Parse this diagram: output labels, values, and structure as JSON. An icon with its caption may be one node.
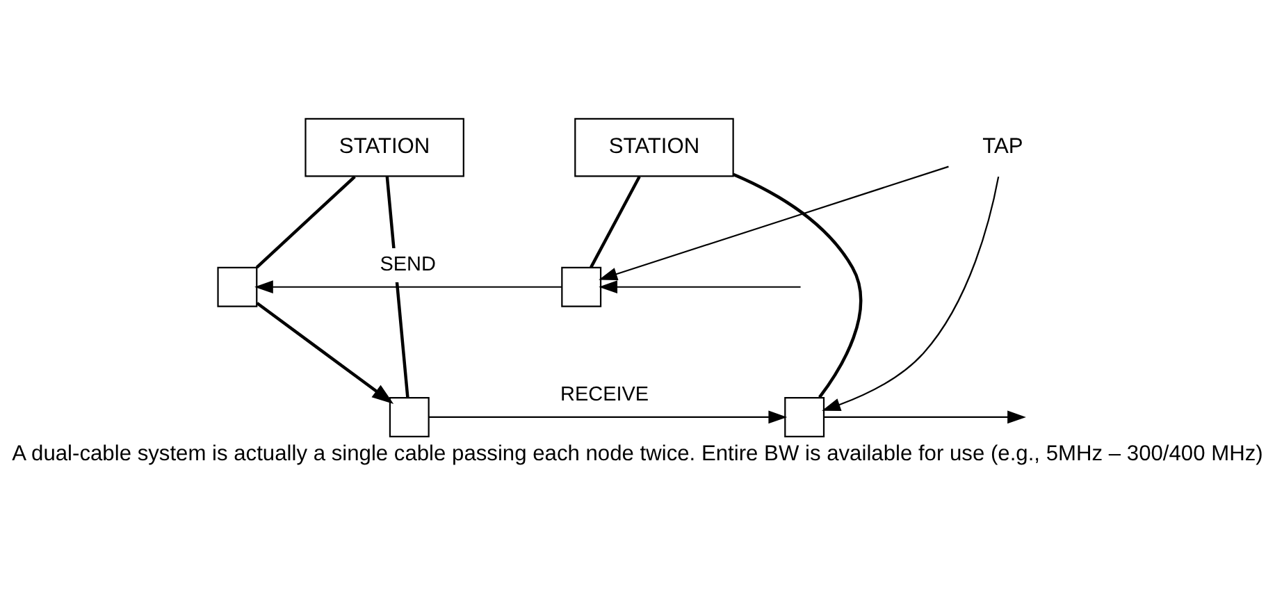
{
  "diagram": {
    "caption": "A dual-cable system is actually a single cable passing each node twice. Entire BW is available for use (e.g., 5MHz – 300/400 MHz)",
    "nodes": [
      {
        "text": [
          "STATION"
        ]
      },
      {
        "text": [
          "STATION"
        ]
      },
      {
        "text": [],
        "shape": "box"
      },
      {
        "text": [],
        "shape": "box"
      },
      {
        "text": [],
        "shape": "box"
      },
      {
        "text": [],
        "shape": "box"
      },
      {
        "text": [
          "TAP"
        ]
      }
    ],
    "edges": [
      {
        "from": 0,
        "to": 2,
        "arrow": "none"
      },
      {
        "from": 0,
        "to": 4,
        "arrow": "none"
      },
      {
        "from": 1,
        "to": 3,
        "arrow": "none"
      },
      {
        "from": 1,
        "to": 5,
        "arrow": "none"
      },
      {
        "from": null,
        "to": 3,
        "arrow": "to"
      },
      {
        "from": 3,
        "to": 2,
        "arrow": "to",
        "label": "SEND"
      },
      {
        "from": 2,
        "to": 4,
        "arrow": "to"
      },
      {
        "from": 4,
        "to": 5,
        "arrow": "to",
        "label": "RECEIVE"
      },
      {
        "from": 5,
        "to": null,
        "arrow": "to"
      },
      {
        "from": 6,
        "to": 3,
        "arrow": "to"
      },
      {
        "from": 6,
        "to": 5,
        "arrow": "to"
      }
    ]
  }
}
